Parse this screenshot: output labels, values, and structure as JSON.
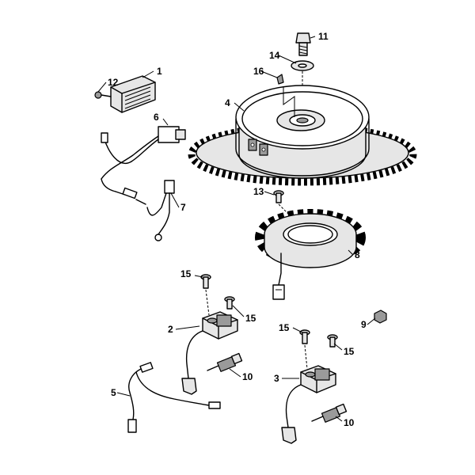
{
  "callouts": {
    "c1": "1",
    "c2": "2",
    "c3": "3",
    "c4": "4",
    "c5": "5",
    "c6": "6",
    "c7": "7",
    "c8": "8",
    "c9": "9",
    "c10a": "10",
    "c10b": "10",
    "c11": "11",
    "c12": "12",
    "c13": "13",
    "c14": "14",
    "c15a": "15",
    "c15b": "15",
    "c15c": "15",
    "c15d": "15",
    "c16": "16"
  }
}
